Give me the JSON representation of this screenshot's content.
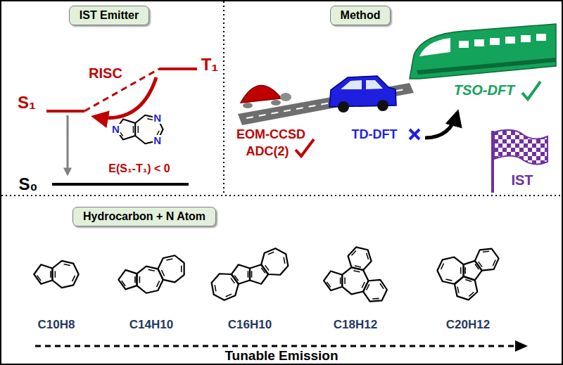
{
  "diagram": {
    "nodes": [
      {
        "text": [
          "IST Emitter"
        ]
      },
      {
        "text": [
          "Method"
        ]
      },
      {
        "text": [
          "Hydrocarbon + N Atom"
        ]
      }
    ],
    "labels": [
      "S₁",
      "RISC",
      "T₁",
      "N",
      "N",
      "N",
      "E(S₁-T₁) < 0",
      "S₀",
      "EOM-CCSD",
      "ADC(2)",
      "TD-DFT",
      "TSO-DFT",
      "IST",
      "C10H8",
      "C14H10",
      "C16H10",
      "C18H12",
      "C20H12",
      "Tunable Emission"
    ]
  }
}
